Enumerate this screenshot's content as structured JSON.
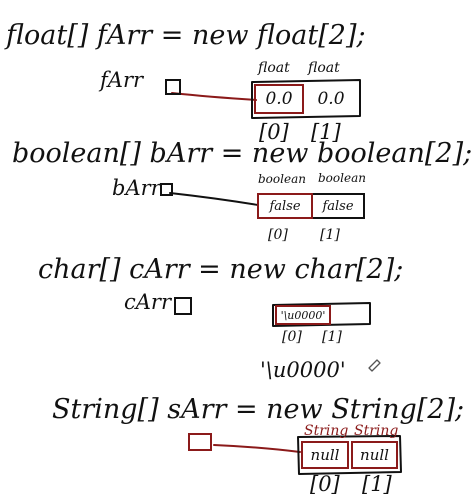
{
  "float_section": {
    "declaration": "float[] fArr = new float[2];",
    "var_label": "fArr",
    "type_labels": [
      "float",
      "float"
    ],
    "values": [
      "0.0",
      "0.0"
    ],
    "indices": [
      "[0]",
      "[1]"
    ]
  },
  "boolean_section": {
    "declaration": "boolean[] bArr = new boolean[2];",
    "var_label": "bArr",
    "type_labels": [
      "boolean",
      "boolean"
    ],
    "values": [
      "false",
      "false"
    ],
    "indices": [
      "[0]",
      "[1]"
    ]
  },
  "char_section": {
    "declaration": "char[] cArr = new char[2];",
    "var_label": "cArr",
    "values": [
      "'\\u0000'"
    ],
    "indices": [
      "[0]",
      "[1]"
    ],
    "note": "'\\u0000'"
  },
  "string_section": {
    "declaration": "String[] sArr = new String[2];",
    "type_labels": [
      "String",
      "String"
    ],
    "values": [
      "null",
      "null"
    ],
    "indices": [
      "[0]",
      "[1]"
    ]
  },
  "colors": {
    "ink": "#111111",
    "red_ink": "#8b1a1a"
  }
}
